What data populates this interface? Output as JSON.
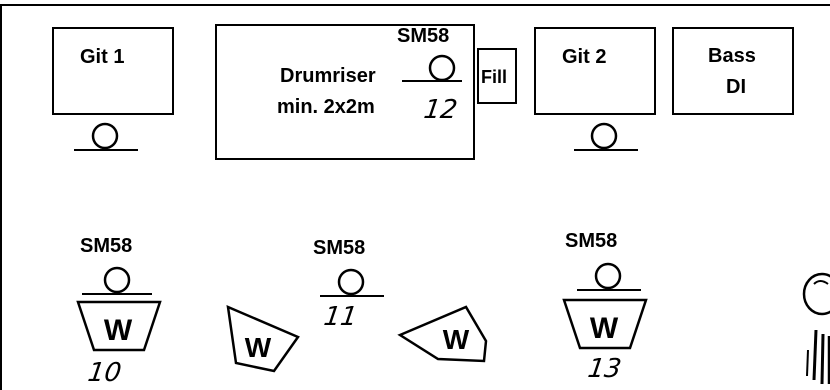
{
  "amps": {
    "git1": "Git 1",
    "git2": "Git 2",
    "bass_line1": "Bass",
    "bass_line2": "DI"
  },
  "drumriser": {
    "label": "Drumriser",
    "size": "min. 2x2m",
    "mic": "SM58",
    "channel": "12",
    "fill": "Fill"
  },
  "front_mics": [
    {
      "model": "SM58",
      "channel": "10"
    },
    {
      "model": "SM58",
      "channel": "11"
    },
    {
      "model": "SM58",
      "channel": "13"
    }
  ],
  "wedge_label": "W",
  "icons": [
    "mic-stand-icon",
    "wedge-monitor-icon",
    "performer-icon"
  ]
}
